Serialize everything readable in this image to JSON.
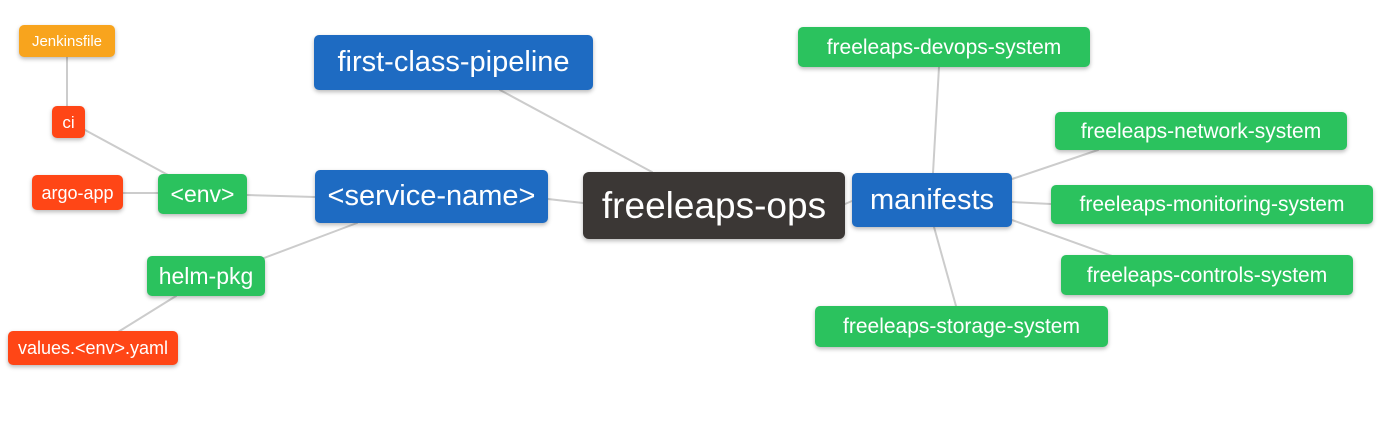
{
  "diagram": {
    "type": "mindmap",
    "root_label": "freeleaps-ops",
    "colors": {
      "background": "#ffffff",
      "edge": "#cccccc",
      "text": "#ffffff",
      "root_bg": "#3b3735",
      "branch_bg": "#1e6bc2",
      "leaf_green_bg": "#2bc25e",
      "leaf_red_bg": "#ff4616",
      "leaf_amber_bg": "#f8a41d"
    },
    "nodes": [
      {
        "id": "jenkinsfile",
        "label": "Jenkinsfile",
        "role": "leaf-amber"
      },
      {
        "id": "ci",
        "label": "ci",
        "role": "leaf-red"
      },
      {
        "id": "argo-app",
        "label": "argo-app",
        "role": "leaf-red"
      },
      {
        "id": "env",
        "label": "<env>",
        "role": "leaf-green"
      },
      {
        "id": "helm-pkg",
        "label": "helm-pkg",
        "role": "leaf-green"
      },
      {
        "id": "values-env-yaml",
        "label": "values.<env>.yaml",
        "role": "leaf-red"
      },
      {
        "id": "service-name",
        "label": "<service-name>",
        "role": "branch-blue"
      },
      {
        "id": "first-class-pipeline",
        "label": "first-class-pipeline",
        "role": "branch-blue"
      },
      {
        "id": "freeleaps-ops",
        "label": "freeleaps-ops",
        "role": "root-dark"
      },
      {
        "id": "manifests",
        "label": "manifests",
        "role": "branch-blue"
      },
      {
        "id": "freeleaps-devops-system",
        "label": "freeleaps-devops-system",
        "role": "leaf-green"
      },
      {
        "id": "freeleaps-network-system",
        "label": "freeleaps-network-system",
        "role": "leaf-green"
      },
      {
        "id": "freeleaps-monitoring-system",
        "label": "freeleaps-monitoring-system",
        "role": "leaf-green"
      },
      {
        "id": "freeleaps-controls-system",
        "label": "freeleaps-controls-system",
        "role": "leaf-green"
      },
      {
        "id": "freeleaps-storage-system",
        "label": "freeleaps-storage-system",
        "role": "leaf-green"
      }
    ],
    "edges": [
      {
        "from": "ci",
        "to": "jenkinsfile"
      },
      {
        "from": "env",
        "to": "ci"
      },
      {
        "from": "env",
        "to": "argo-app"
      },
      {
        "from": "service-name",
        "to": "env"
      },
      {
        "from": "service-name",
        "to": "helm-pkg"
      },
      {
        "from": "helm-pkg",
        "to": "values-env-yaml"
      },
      {
        "from": "freeleaps-ops",
        "to": "service-name"
      },
      {
        "from": "freeleaps-ops",
        "to": "first-class-pipeline"
      },
      {
        "from": "freeleaps-ops",
        "to": "manifests"
      },
      {
        "from": "manifests",
        "to": "freeleaps-devops-system"
      },
      {
        "from": "manifests",
        "to": "freeleaps-network-system"
      },
      {
        "from": "manifests",
        "to": "freeleaps-monitoring-system"
      },
      {
        "from": "manifests",
        "to": "freeleaps-controls-system"
      },
      {
        "from": "manifests",
        "to": "freeleaps-storage-system"
      }
    ]
  }
}
